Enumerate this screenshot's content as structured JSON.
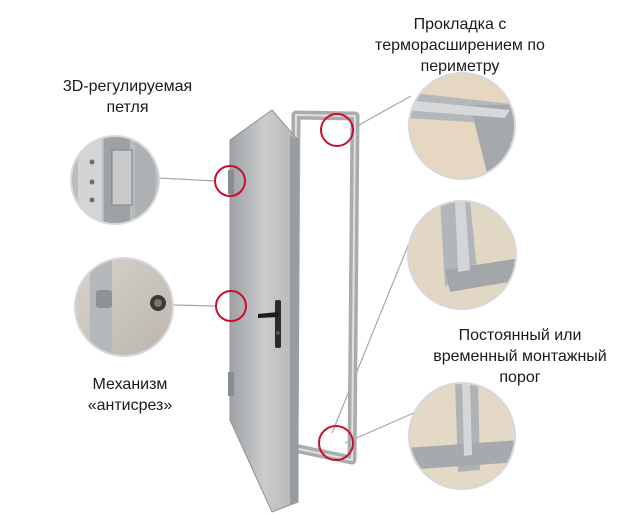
{
  "callouts": {
    "hinge": {
      "lines": [
        "3D-регулируемая",
        "петля"
      ]
    },
    "gasket": {
      "lines": [
        "Прокладка с",
        "терморасширением по",
        "периметру"
      ]
    },
    "mechanism": {
      "lines": [
        "Механизм",
        "«антисрез»"
      ]
    },
    "sill": {
      "lines": [
        "Постоянный или",
        "временный монтажный",
        "порог"
      ]
    }
  },
  "colors": {
    "callout_ring": "#c8102e",
    "connector": "#a8a8a8",
    "door_leaf": "#bfc1c3",
    "door_frame": "#a9abad",
    "background": "#ffffff"
  }
}
